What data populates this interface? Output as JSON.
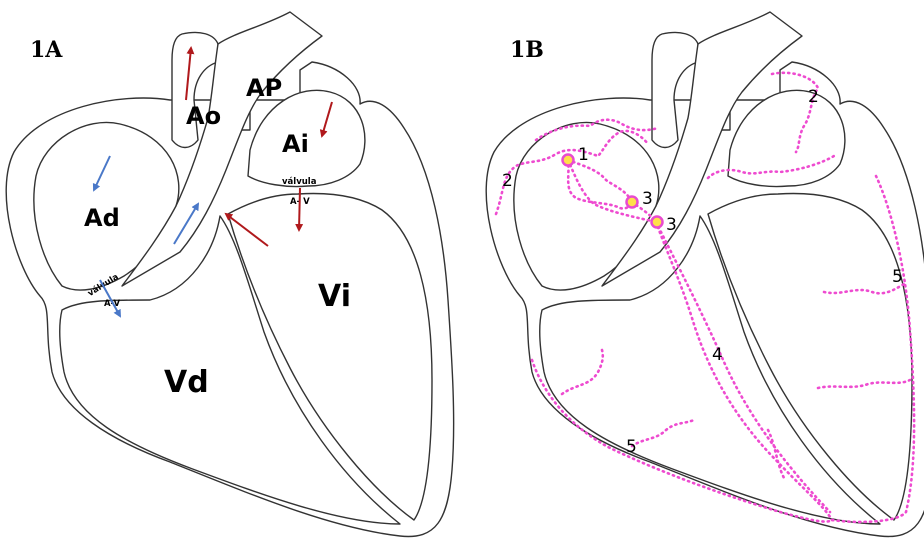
{
  "panels": [
    {
      "id": "1A",
      "title": "1A",
      "labels": {
        "ao": "Ao",
        "ap": "AP",
        "ai": "Ai",
        "ad": "Ad",
        "vd": "Vd",
        "vi": "Vi",
        "valve_right": "válvula",
        "valve_right_sub": "A-V",
        "valve_left": "válvula",
        "valve_left_sub": "A- V"
      },
      "arrows": [
        {
          "name": "aorta-outflow-arrow",
          "color": "#b0191c"
        },
        {
          "name": "left-atrium-inflow-arrow",
          "color": "#b0191c"
        },
        {
          "name": "mitral-flow-arrow",
          "color": "#b0191c"
        },
        {
          "name": "left-ventricle-arrow",
          "color": "#b0191c"
        },
        {
          "name": "right-atrium-inflow-arrow",
          "color": "#4a78c8"
        },
        {
          "name": "tricuspid-flow-arrow",
          "color": "#4a78c8"
        },
        {
          "name": "pulmonary-outflow-arrow",
          "color": "#4a78c8"
        }
      ]
    },
    {
      "id": "1B",
      "title": "1B",
      "numbers": {
        "sinus_node": "1",
        "atrial_left": "2",
        "atrial_right": "2",
        "av_node": "3",
        "his_bundle": "3",
        "bundle_branch": "4",
        "purkinje_left": "5",
        "purkinje_right": "5"
      },
      "conduction_color": "#ee4bd0",
      "node_color": "#ffe04a"
    }
  ]
}
